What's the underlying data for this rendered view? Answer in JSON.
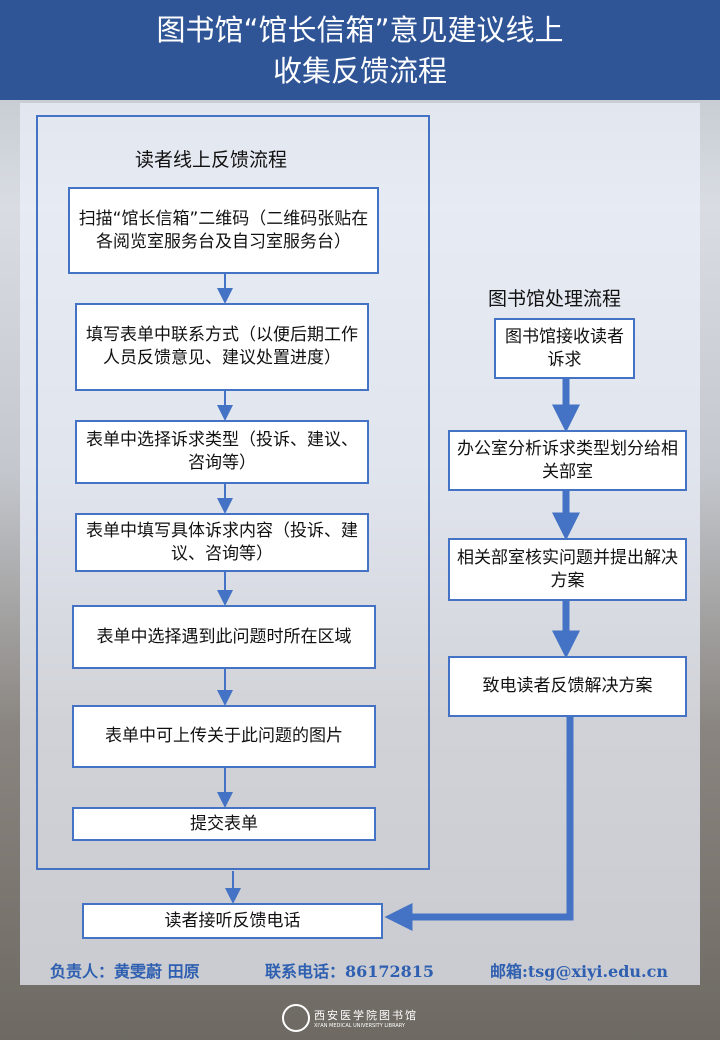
{
  "header": {
    "title_line1": "图书馆“馆长信箱”意见建议线上",
    "title_line2": "收集反馈流程"
  },
  "reader_flow": {
    "title": "读者线上反馈流程",
    "steps": [
      "扫描“馆长信箱”二维码（二维码张贴在各阅览室服务台及自习室服务台）",
      "填写表单中联系方式（以便后期工作人员反馈意见、建议处置进度）",
      "表单中选择诉求类型（投诉、建议、咨询等）",
      "表单中填写具体诉求内容（投诉、建议、咨询等）",
      "表单中选择遇到此问题时所在区域",
      "表单中可上传关于此问题的图片",
      "提交表单"
    ],
    "final": "读者接听反馈电话"
  },
  "library_flow": {
    "title": "图书馆处理流程",
    "steps": [
      "图书馆接收读者诉求",
      "办公室分析诉求类型划分给相关部室",
      "相关部室核实问题并提出解决方案",
      "致电读者反馈解决方案"
    ]
  },
  "footer": {
    "contact_person": "负责人：黄雯蔚 田原",
    "phone": "联系电话：86172815",
    "email": "邮箱:tsg@xiyi.edu.cn"
  },
  "logo": {
    "name_cn": "西安医学院图书馆",
    "name_en": "XI'AN MEDICAL UNIVERSITY LIBRARY"
  },
  "colors": {
    "header": "#2f5597",
    "accent": "#4472c4",
    "footer_text": "#2f5fb0"
  }
}
